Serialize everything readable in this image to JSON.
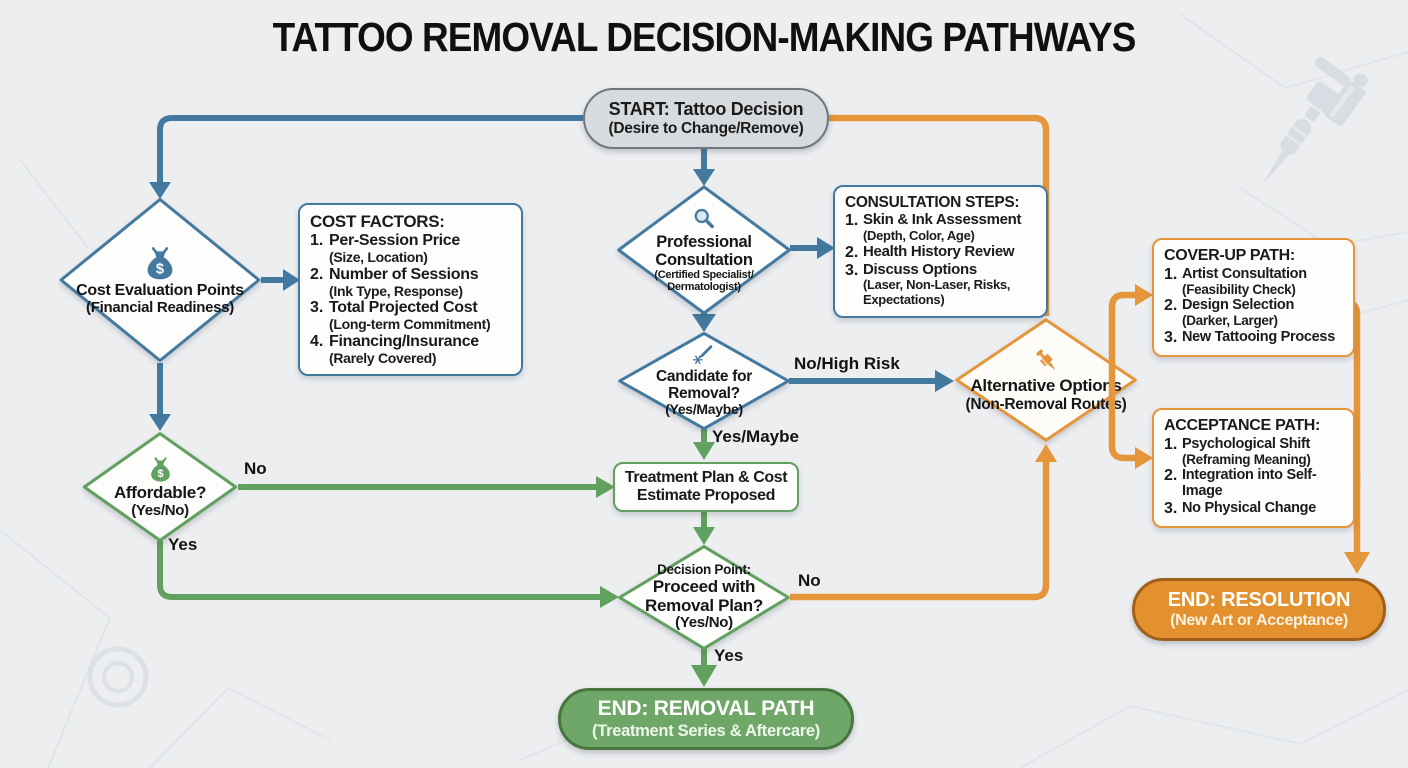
{
  "title": "TATTOO REMOVAL DECISION-MAKING PATHWAYS",
  "colors": {
    "blue": "#44799f",
    "green": "#61a05e",
    "orange": "#e5953a",
    "start_fill": "#d7dbde",
    "start_border": "#6e787e",
    "end_removal_fill": "#6fa769",
    "end_removal_border": "#47763f",
    "end_resolution_fill": "#e2912e",
    "end_resolution_border": "#a06018",
    "box_fill": "#fdfdfb",
    "background": "#eceef0"
  },
  "nodes": {
    "start": {
      "line1": "START: Tattoo Decision",
      "line2": "(Desire to Change/Remove)"
    },
    "cost_evaluation": {
      "icon": "money-bag",
      "line1": "Cost Evaluation Points",
      "line2": "(Financial Readiness)"
    },
    "professional_consultation": {
      "icon": "magnifier",
      "line1": "Professional",
      "line2": "Consultation",
      "line3": "(Certified Specialist/",
      "line4": "Dermatologist)"
    },
    "candidate": {
      "icon": "laser",
      "line1": "Candidate for",
      "line2": "Removal?",
      "line3": "(Yes/Maybe)"
    },
    "alternative": {
      "icon": "tattoo-machine",
      "line1": "Alternative Options",
      "line2": "(Non-Removal Routes)"
    },
    "affordable": {
      "icon": "money-bag",
      "line1": "Affordable?",
      "line2": "(Yes/No)"
    },
    "treatment_plan": {
      "line1": "Treatment Plan & Cost",
      "line2": "Estimate Proposed"
    },
    "decision_point": {
      "line1": "Decision Point:",
      "line2": "Proceed with",
      "line3": "Removal Plan?",
      "line4": "(Yes/No)"
    },
    "end_removal": {
      "line1": "END: REMOVAL PATH",
      "line2": "(Treatment Series & Aftercare)"
    },
    "end_resolution": {
      "line1": "END: RESOLUTION",
      "line2": "(New Art or Acceptance)"
    }
  },
  "lists": {
    "cost_factors": {
      "title": "COST FACTORS:",
      "items": [
        {
          "num": "1.",
          "main": "Per-Session Price",
          "sub": "(Size, Location)"
        },
        {
          "num": "2.",
          "main": "Number of Sessions",
          "sub": "(Ink Type, Response)"
        },
        {
          "num": "3.",
          "main": "Total Projected Cost",
          "sub": "(Long-term Commitment)"
        },
        {
          "num": "4.",
          "main": "Financing/Insurance",
          "sub": "(Rarely Covered)"
        }
      ]
    },
    "consultation_steps": {
      "title": "CONSULTATION STEPS:",
      "items": [
        {
          "num": "1.",
          "main": "Skin & Ink Assessment",
          "sub": "(Depth, Color, Age)"
        },
        {
          "num": "2.",
          "main": "Health History Review"
        },
        {
          "num": "3.",
          "main": "Discuss Options",
          "sub": "(Laser, Non-Laser, Risks, Expectations)"
        }
      ]
    },
    "cover_up": {
      "title": "COVER-UP PATH:",
      "items": [
        {
          "num": "1.",
          "main": "Artist Consultation",
          "sub": "(Feasibility Check)"
        },
        {
          "num": "2.",
          "main": "Design Selection",
          "sub": "(Darker, Larger)"
        },
        {
          "num": "3.",
          "main": "New Tattooing Process"
        }
      ]
    },
    "acceptance": {
      "title": "ACCEPTANCE PATH:",
      "items": [
        {
          "num": "1.",
          "main": "Psychological Shift",
          "sub": "(Reframing Meaning)"
        },
        {
          "num": "2.",
          "main": "Integration into Self-Image"
        },
        {
          "num": "3.",
          "main": "No Physical Change"
        }
      ]
    }
  },
  "edge_labels": {
    "no_high_risk": "No/High Risk",
    "yes_maybe": "Yes/Maybe",
    "affordable_no": "No",
    "affordable_yes": "Yes",
    "decision_no": "No",
    "decision_yes": "Yes"
  }
}
